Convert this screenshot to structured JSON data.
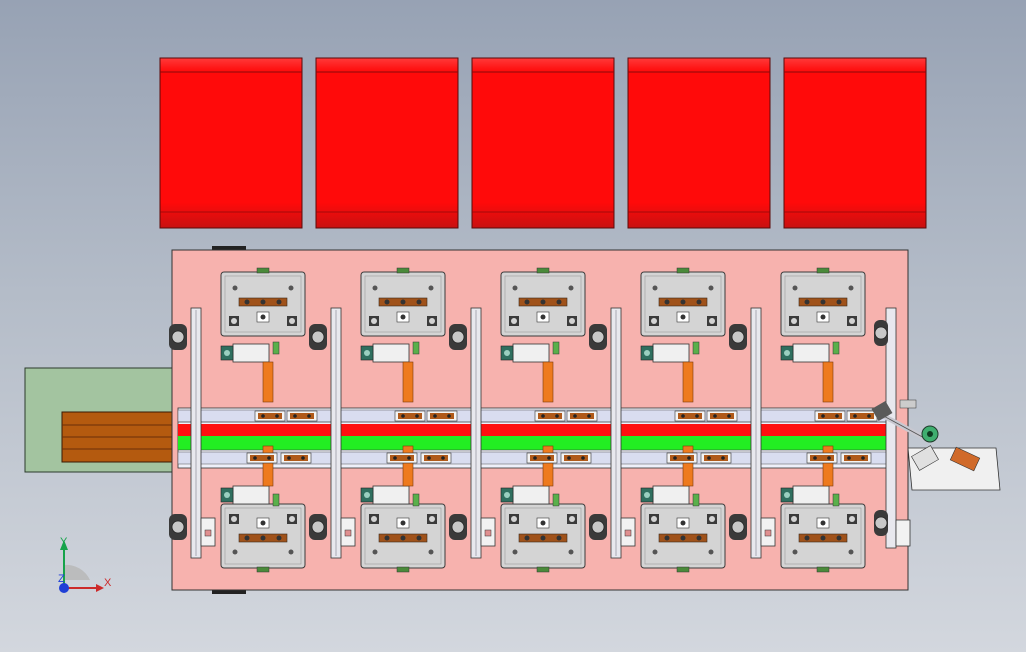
{
  "viewport": {
    "background_top": "#97a2b4",
    "background_bottom": "#d3d7de"
  },
  "model": {
    "bin_color": "#ff0a0a",
    "bin_top_color": "#e70d0d",
    "bin_bottom_color": "#c40f0f",
    "bin_count": 5,
    "base_plate_color": "#f7b2ae",
    "infeed_plate_color": "#a3c4a0",
    "belt_wood_color": "#b45a0f",
    "rail_red_color": "#ff1010",
    "rail_green_color": "#22ee22",
    "rail_blue_color": "#d9ddf0",
    "module_gray_color": "#d0d0d0",
    "module_count": 5,
    "pusher_orange_color": "#ee7a1e"
  },
  "triad": {
    "x_label": "X",
    "y_label": "Y",
    "z_label": "Z",
    "x_color": "#cc2a2a",
    "y_color": "#16a34a",
    "z_color": "#1f3fd6"
  }
}
